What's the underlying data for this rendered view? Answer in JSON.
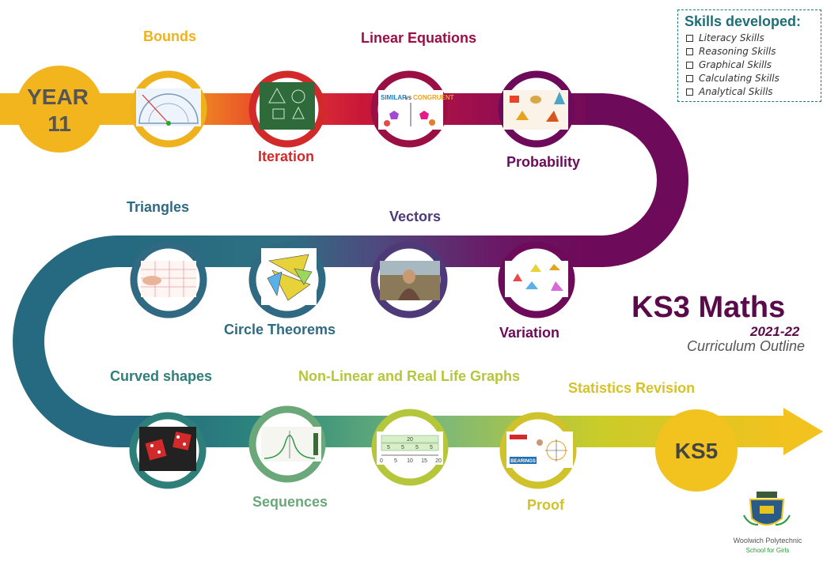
{
  "start_badge": {
    "line1": "YEAR",
    "line2": "11"
  },
  "end_badge": "KS5",
  "topics": [
    {
      "label": "Bounds",
      "color": "#eeb21d"
    },
    {
      "label": "Iteration",
      "color": "#d22a2a"
    },
    {
      "label": "Linear Equations",
      "color": "#9a1044"
    },
    {
      "label": "Probability",
      "color": "#6e0a5a"
    },
    {
      "label": "Triangles",
      "color": "#2f6a82"
    },
    {
      "label": "Circle Theorems",
      "color": "#2f6a82"
    },
    {
      "label": "Vectors",
      "color": "#4e3a78"
    },
    {
      "label": "Variation",
      "color": "#6e0a5a"
    },
    {
      "label": "Curved  shapes",
      "color": "#2e7f7a"
    },
    {
      "label": "Sequences",
      "color": "#6aa87a"
    },
    {
      "label": "Non-Linear and Real Life Graphs",
      "color": "#b6c63a"
    },
    {
      "label": "Statistics  Revision",
      "color": "#d6c22a"
    },
    {
      "label": "Proof",
      "color": "#cfc22a"
    }
  ],
  "thumb_text": {
    "similar": "SIMILAR",
    "vs": "VS",
    "congruent": "CONGRUENT",
    "bearings": "BEARINGS",
    "number_line_top": "20",
    "number_line_cells": [
      "5",
      "5",
      "5",
      "5"
    ],
    "number_line_ticks": [
      "0",
      "5",
      "10",
      "15",
      "20"
    ]
  },
  "skills": {
    "title": "Skills developed:",
    "items": [
      "Literacy Skills",
      "Reasoning Skills",
      "Graphical Skills",
      "Calculating Skills",
      "Analytical Skills"
    ]
  },
  "heading": {
    "title": "KS3 Maths",
    "year": "2021-22",
    "subtitle": "Curriculum Outline"
  },
  "school": {
    "name": "Woolwich Polytechnic",
    "sub": "School for Girls"
  },
  "colors": {
    "yellow": "#f2b51e",
    "red": "#d22a2a",
    "purple": "#6e0a5a",
    "teal": "#2e6f82",
    "lime": "#c8cc2a"
  }
}
